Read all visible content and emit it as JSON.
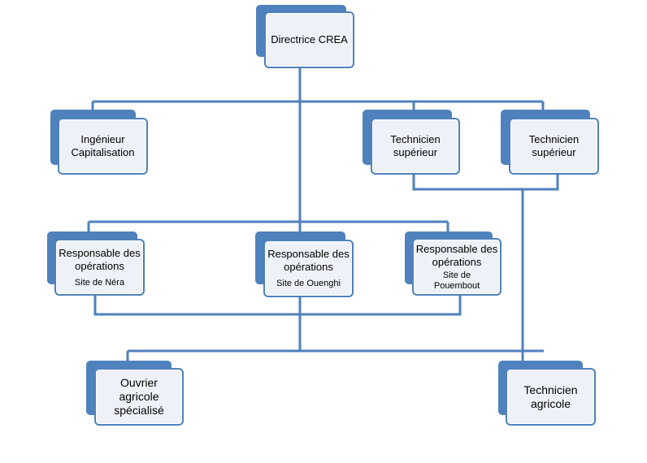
{
  "chart": {
    "director": "Directrice CREA",
    "ingenieur": [
      "Ingénieur",
      "Capitalisation"
    ],
    "tech_sup_1": [
      "Technicien",
      "supérieur"
    ],
    "tech_sup_2": [
      "Technicien",
      "supérieur"
    ],
    "resp_nera": {
      "title": [
        "Responsable des",
        "opérations"
      ],
      "site": [
        "Site de Néra"
      ]
    },
    "resp_ouenghi": {
      "title": [
        "Responsable des",
        "opérations"
      ],
      "site": [
        "Site de Ouenghi"
      ]
    },
    "resp_pouembout": {
      "title": [
        "Responsable des",
        "opérations"
      ],
      "site": [
        "Site de",
        "Pouembout"
      ]
    },
    "ouvrier": [
      "Ouvrier",
      "agricole",
      "spécialisé"
    ],
    "tech_agricole": [
      "Technicien",
      "agricole"
    ]
  },
  "colors": {
    "accent": "#4f81bd",
    "card_fill": "#eef2f8"
  }
}
